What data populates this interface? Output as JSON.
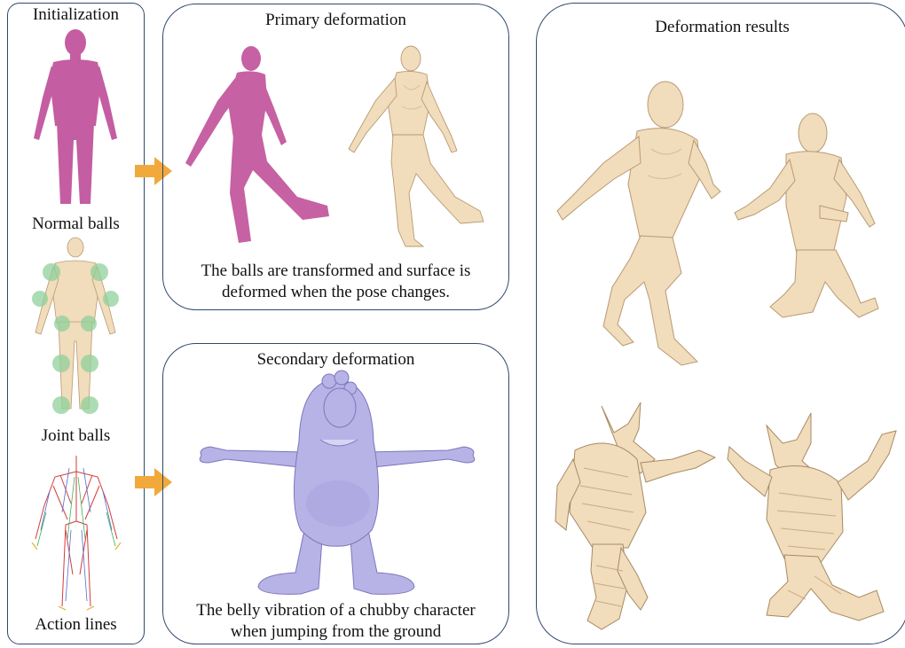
{
  "colors": {
    "panel_border": "#2f4a6e",
    "skin": "#f1dcbc",
    "skin_shade": "#d9bf98",
    "balls_magenta": "#c0509a",
    "normal_ball_green": "#8fd19a",
    "creature_purple": "#b7b3e6",
    "arrow_orange": "#f2a93b"
  },
  "left_panel": {
    "initialization": "Initialization",
    "normal_balls": "Normal balls",
    "joint_balls": "Joint balls",
    "action_lines": "Action lines"
  },
  "primary": {
    "title": "Primary deformation",
    "caption_line1": "The balls are transformed and surface is",
    "caption_line2": "deformed when the pose changes."
  },
  "secondary": {
    "title": "Secondary deformation",
    "caption_line1": "The belly vibration of a chubby character",
    "caption_line2": "when jumping from the ground"
  },
  "results": {
    "title": "Deformation results"
  }
}
